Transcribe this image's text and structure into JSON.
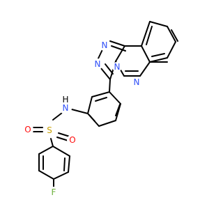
{
  "molecule": {
    "atom_labels": [
      {
        "symbol": "N",
        "element": "N"
      },
      {
        "symbol": "N",
        "element": "N"
      },
      {
        "symbol": "N",
        "element": "N"
      },
      {
        "symbol": "N",
        "element": "N"
      },
      {
        "symbol": "N",
        "element": "N"
      },
      {
        "symbol": "H",
        "element": "H"
      },
      {
        "symbol": "S",
        "element": "S"
      },
      {
        "symbol": "O",
        "element": "O"
      },
      {
        "symbol": "O",
        "element": "O"
      },
      {
        "symbol": "F",
        "element": "F"
      }
    ]
  },
  "colors": {
    "bond": "#000000",
    "N": "#3050F8",
    "H": "#000000",
    "S": "#C8A000",
    "O": "#FF0D0D",
    "F": "#6BB03A"
  }
}
